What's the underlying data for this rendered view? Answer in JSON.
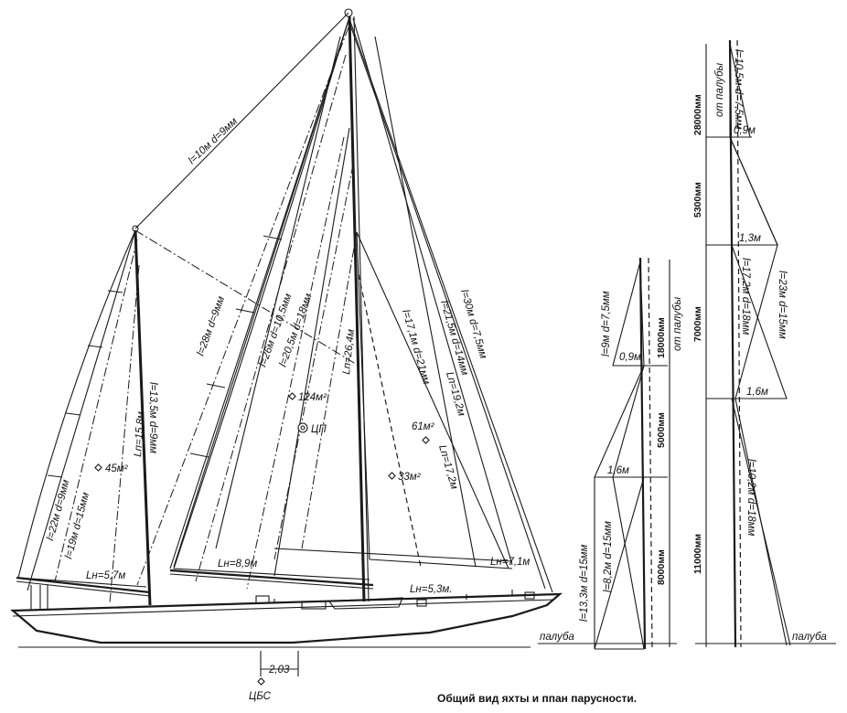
{
  "caption": "Общий вид яхты и ппан парусности.",
  "labels": {
    "forestay_top": "l=10м  d=9мм",
    "mizzen_stay": "l=22м  d=9мм",
    "mizzen_lower": "l=19м  d=15мм",
    "mizzen_shroud": "l=13,5м  d=9мм",
    "mizzen_luff": "Lп=15,8м",
    "mizzen_foot": "Lн=5,7м",
    "mizzen_area": "45м²",
    "main_stay_28": "l=28м  d=9мм",
    "main_stay_26": "l=26м  d=10,5мм",
    "main_stay_205": "l=20,5м  d=18мм",
    "main_luff": "Lп=26,4м",
    "main_area": "124м²",
    "center_effort": "ЦП",
    "main_foot": "Lн=8,9м",
    "boom_foot": "Lн=5,3м.",
    "jib_stay_17": "l=17,1м  d=21мм",
    "jib_stay_215": "l=21,5м  d=14мм",
    "jib_stay_30": "l=30м  d=7,5мм",
    "jib_luff": "Lп=19,2м",
    "jib_area": "61м²",
    "stays_area": "33м²",
    "stays_luff": "Lп=17,2м",
    "stays_foot": "Lн=7,1м",
    "cbs_distance": "2,03",
    "cbs": "ЦБС"
  },
  "rig_mizzen": {
    "top_label": "l=9м  d=7,5мм",
    "spreader_top": "0,9м",
    "spreader_low": "1,6м",
    "mid_label": "l=13,3м  d=15мм",
    "mid_label2": "l=8,2м  d=15мм",
    "dim_top": "18000мм",
    "dim_top_note": "от палубы",
    "dim_mid": "5000мм",
    "dim_low": "8000мм",
    "deck": "палуба"
  },
  "rig_main": {
    "top_label": "l=10,5м  d=7,5мм",
    "dim_top": "28000мм",
    "dim_top_note": "от палубы",
    "spreader_top": "0,9м",
    "dim_a": "5300мм",
    "spreader_mid": "1,3м",
    "label_mid": "l=17,2м  d=18мм",
    "label_right": "l=23м  d=15мм",
    "dim_b": "7000мм",
    "spreader_low": "1,6м",
    "label_low": "l=10,2м  d=18мм",
    "dim_c": "11000мм",
    "deck": "палуба"
  }
}
